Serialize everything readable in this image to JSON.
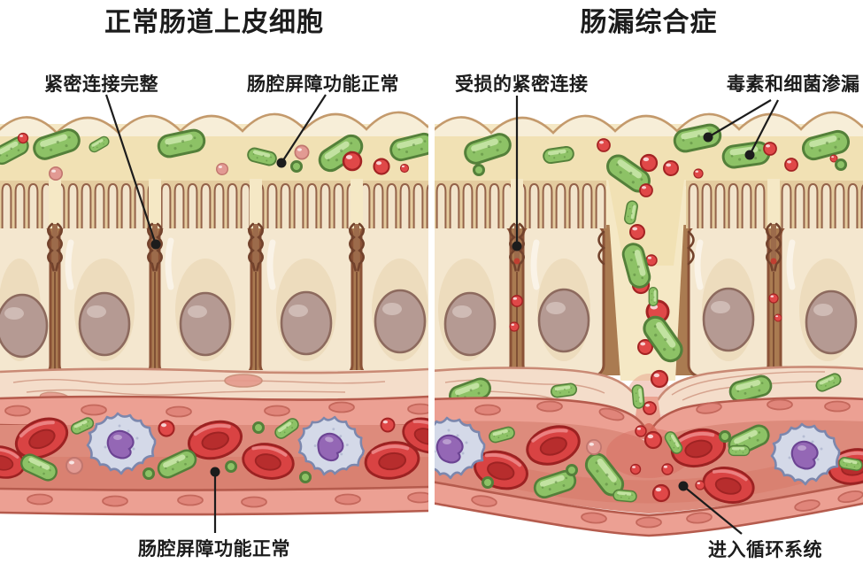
{
  "panels": {
    "left": {
      "title": "正常肠道上皮细胞",
      "labels": {
        "tight_junction": "紧密连接完整",
        "lumen_barrier": "肠腔屏障功能正常",
        "bottom": "肠腔屏障功能正常"
      }
    },
    "right": {
      "title": "肠漏综合症",
      "labels": {
        "damaged_junction": "受损的紧密连接",
        "toxin_leak": "毒素和细菌渗漏",
        "bottom": "进入循环系统"
      }
    }
  },
  "colors": {
    "ink": "#1c1c1c",
    "paper": "#ffffff",
    "lumen": "#f5e8c5",
    "lumen-deep": "#efdca8",
    "scallop": "#f7eed8",
    "scallop-edge": "#c49a6c",
    "villi-fill": "#f2e4cb",
    "villi-gap": "#e4cc9f",
    "villi-edge": "#946249",
    "cell-fill": "#f4e7cf",
    "cell-edge": "#8a5237",
    "cell-shade": "#e5cfa6",
    "gap-bg": "#aa7b51",
    "junc-edge": "#72422c",
    "junc-fill": "#9c6b4b",
    "nucleus": "#b59a93",
    "nucleus-edge": "#8d6a5e",
    "nucleus-hi": "#d4c1bb",
    "mem-fill": "#f4ddca",
    "mem-line": "#c98a75",
    "mem-cell": "#e59a8c",
    "wall-fill": "#eca093",
    "wall-edge": "#b55b4d",
    "wall-oval": "#e0857a",
    "wall-oval-edge": "#c4685c",
    "blood": "#dd8b7c",
    "blood-deep": "#d06a5b",
    "rbc": "#d94343",
    "rbc-edge": "#9c2222",
    "rbc-inner": "#b62c2c",
    "rbc-hi": "#f29b9b",
    "wbc": "#d4d9e8",
    "wbc-edge": "#7c87ad",
    "wbc-nuc": "#9467b5",
    "wbc-nuc-edge": "#6c4493",
    "bact": "#8dc266",
    "bact-edge": "#54803a",
    "bact-hi": "#cfeab0",
    "toxin": "#e04848",
    "toxin-edge": "#a32323",
    "pink": "#e29a93",
    "pink-edge": "#c1766e"
  }
}
